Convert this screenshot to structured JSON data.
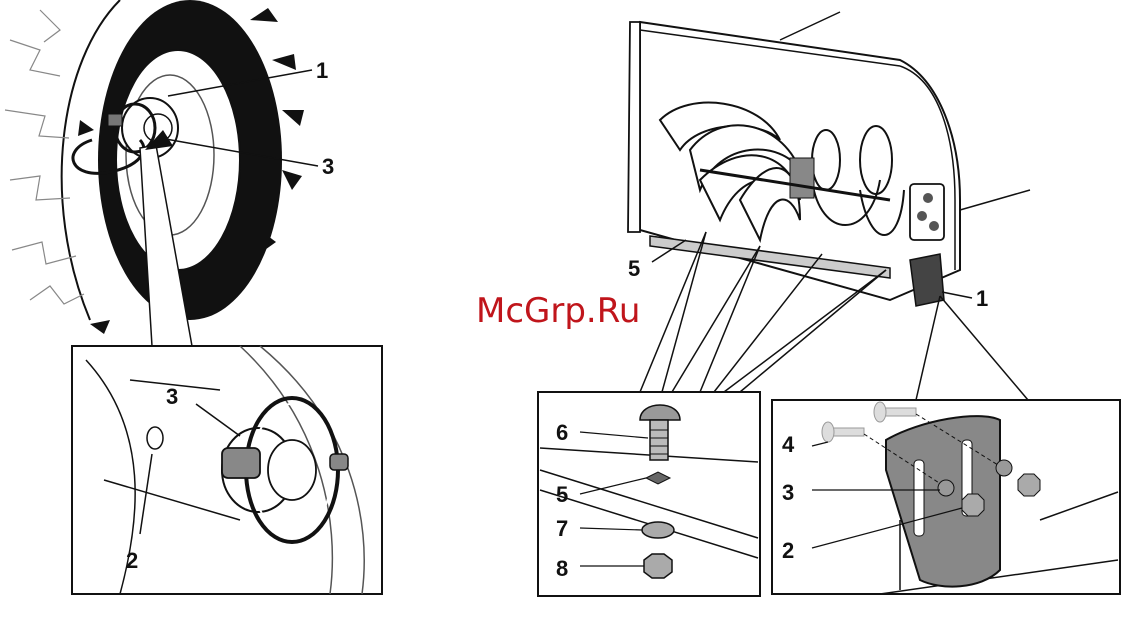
{
  "watermark": "McGrp.Ru",
  "left_figure": {
    "callouts": {
      "pin": "1",
      "clip": "3"
    },
    "detail": {
      "clip": "3",
      "hole": "2"
    }
  },
  "right_figure": {
    "callouts": {
      "bolt_row": "5",
      "skid": "1"
    },
    "detail_left": {
      "bolt": "6",
      "washer": "5",
      "lock_washer": "7",
      "nut": "8"
    },
    "detail_right": {
      "bolt": "4",
      "washer": "3",
      "nut": "2"
    }
  }
}
